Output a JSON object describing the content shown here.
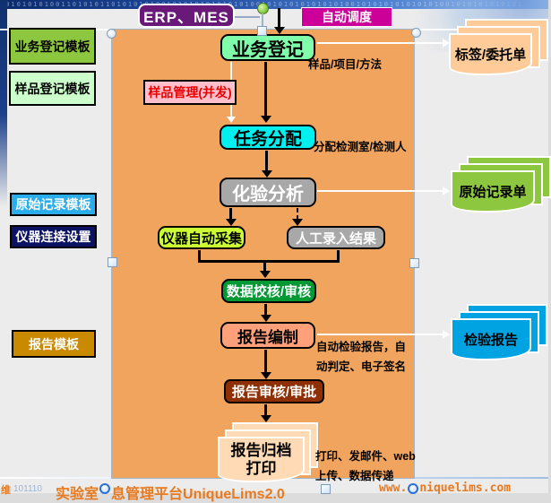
{
  "slide": {
    "deco_digits_top": "1010101010011010101101010101001010101010101010010101010101010100101010101010101001010101010101",
    "footer": {
      "left_fragment": "维",
      "left_digits": "101110",
      "platform_prefix": "实验室",
      "platform_suffix": "息管理平台UniqueLims2.0",
      "website_prefix": "www.",
      "website_suffix": "niquelims.com"
    }
  },
  "external_systems": {
    "erp_mes": "ERP、MES",
    "auto_schedule": "自动调度"
  },
  "sidebar_templates": {
    "business_template": "业务登记模板",
    "sample_template": "样品登记模板",
    "record_template": "原始记录模板",
    "instrument_link": "仪器连接设置",
    "report_template": "报告模板"
  },
  "flow_nodes": {
    "business_register": "业务登记",
    "sample_manage": "样品管理(并发)",
    "task_assign": "任务分配",
    "lab_analysis": "化验分析",
    "instrument_collect": "仪器自动采集",
    "manual_entry": "人工录入结果",
    "data_review": "数据校核/审核",
    "report_compose": "报告编制",
    "report_review": "报告审核/审批",
    "report_archive": "报告归档\n打印"
  },
  "output_documents": {
    "label_order": "标签/委托单",
    "raw_record": "原始记录单",
    "test_report": "检验报告"
  },
  "annotations": {
    "sample_item_method": "样品/项目/方法",
    "assign_detail": "分配检测室/检测人",
    "report_detail": "自动检验报告，自\n动判定、电子签名",
    "archive_detail": "打印、发邮件、web\n上传、数据传递"
  },
  "palette": {
    "panel_orange": "#F1A45E",
    "mint_green": "#7FFFAA",
    "cyan": "#00F0F0",
    "gray_node": "#A8A8A8",
    "lime": "#CCFF33",
    "green_node": "#009933",
    "salmon": "#FFA07A",
    "brick": "#8E2F04",
    "pink": "#FFC0CB",
    "peach_doc": "#FFCC99",
    "archive_doc": "#FFDAB5",
    "green_doc": "#8DC63F",
    "blue_doc": "#00A3E2",
    "purple_erp": "#691A78",
    "magenta": "#CC0099",
    "sidebar_green": "#8DC63F",
    "sidebar_pale": "#CCFFCC",
    "sidebar_blue": "#29AEEB",
    "sidebar_navy": "#0B1263",
    "sidebar_gold": "#C98A00",
    "footer_orange": "#E8791E"
  }
}
